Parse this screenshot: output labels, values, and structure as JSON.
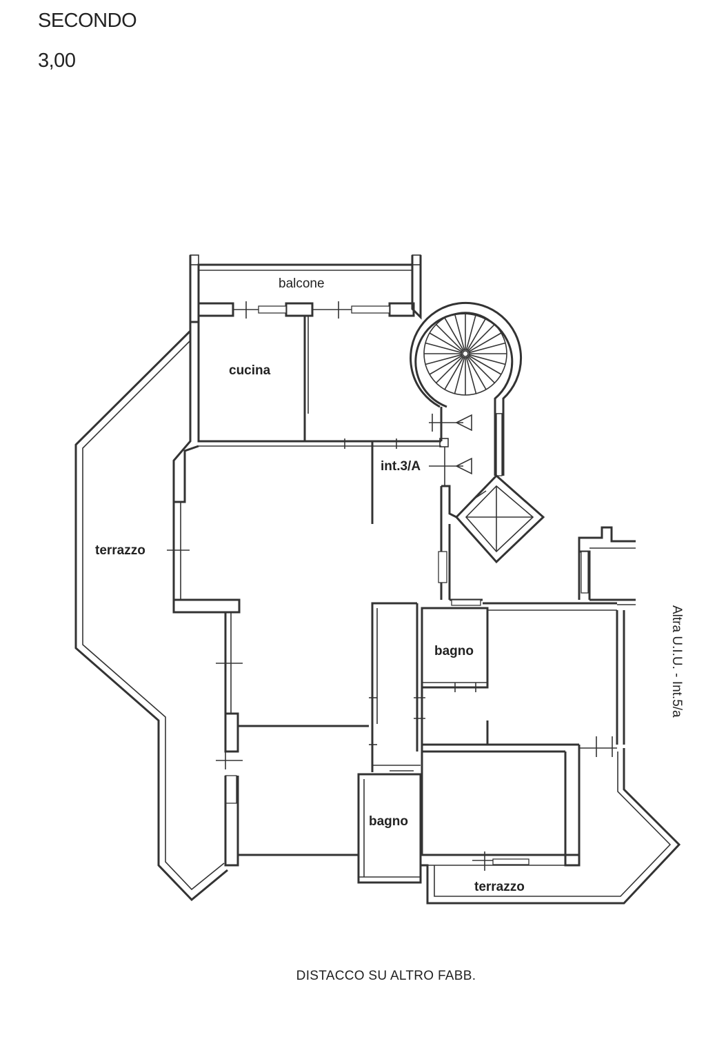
{
  "header": {
    "floor_name": "SECONDO",
    "floor_height": "3,00"
  },
  "rooms": {
    "balcone": "balcone",
    "cucina": "cucina",
    "terrazzo_west": "terrazzo",
    "unit_label": "int.3/A",
    "bagno_upper": "bagno",
    "bagno_lower": "bagno",
    "terrazzo_south": "terrazzo"
  },
  "side_note": "Altra U.I.U. - Int.5/a",
  "footer": "DISTACCO SU ALTRO FABB."
}
